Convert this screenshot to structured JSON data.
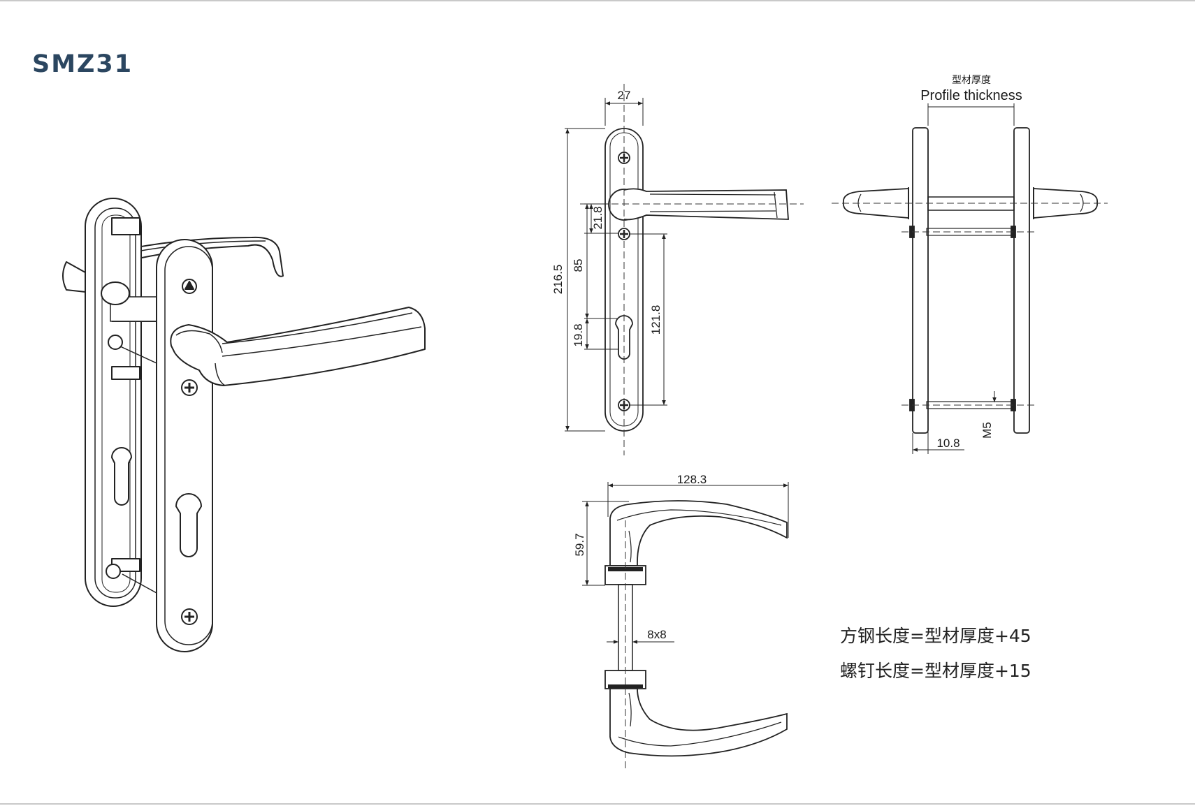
{
  "title": "SMZ31",
  "dimensions": {
    "plate_width": "27",
    "total_height": "216.5",
    "spindle_to_screw": "21.8",
    "spindle_to_cylinder": "85",
    "cylinder_slot": "19.8",
    "screw_to_screw": "121.8",
    "lever_length": "128.3",
    "lever_height": "59.7",
    "spindle_size": "8x8",
    "screw_offset": "10.8",
    "screw_thread": "M5"
  },
  "profile_label": {
    "chinese": "型材厚度",
    "english": "Profile thickness"
  },
  "notes": {
    "spindle_length": "方钢长度=型材厚度+45",
    "screw_length": "螺钉长度=型材厚度+15"
  }
}
